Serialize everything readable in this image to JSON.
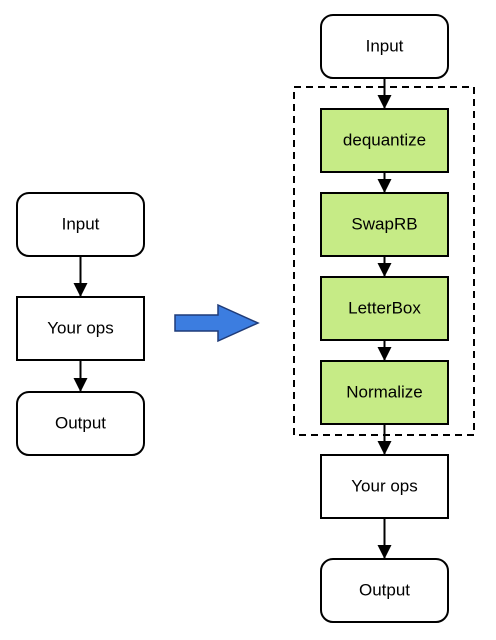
{
  "left_flow": {
    "input": "Input",
    "ops": "Your ops",
    "output": "Output"
  },
  "right_flow": {
    "input": "Input",
    "steps": [
      "dequantize",
      "SwapRB",
      "LetterBox",
      "Normalize"
    ],
    "ops": "Your ops",
    "output": "Output"
  },
  "colors": {
    "step_fill": "#c6eb86",
    "arrow_fill": "#3c7de0",
    "arrow_stroke": "#1f3b78"
  }
}
